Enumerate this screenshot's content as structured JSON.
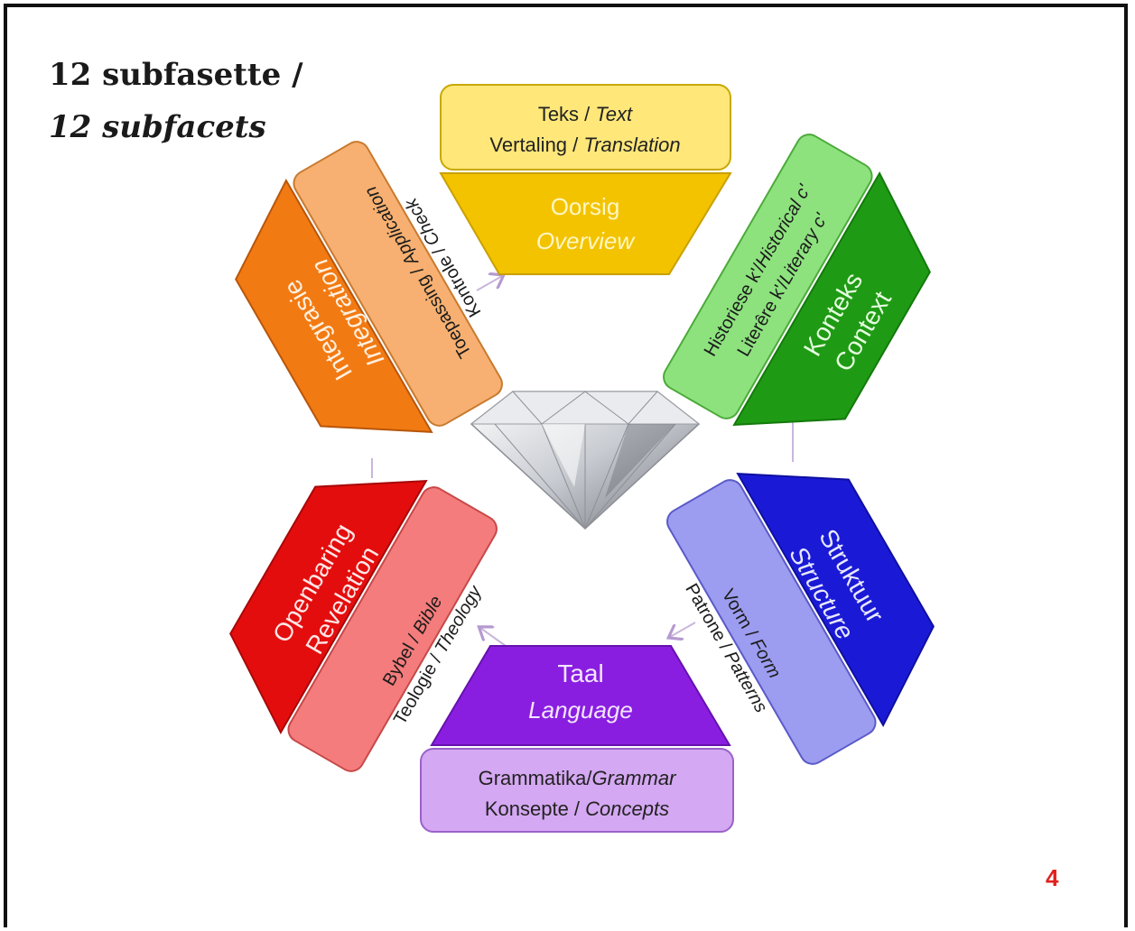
{
  "title": {
    "line1": "12 subfasette /",
    "line2": "12 subfacets"
  },
  "page_number": "4",
  "center_icon": "diamond-icon",
  "facets": [
    {
      "id": "overview",
      "main_af": "Oorsig",
      "main_en": "Overview",
      "sub_line1_af": "Teks / ",
      "sub_line1_en": "Text",
      "sub_line2_af": "Vertaling / ",
      "sub_line2_en": "Translation",
      "main_color": "#f3c300",
      "sub_color": "#ffe77a"
    },
    {
      "id": "context",
      "main_af": "Konteks",
      "main_en": "Context",
      "sub_line1_af": "Historiese k'/",
      "sub_line1_en": "Historical c'",
      "sub_line2_af": "Literêre k'/",
      "sub_line2_en": "Literary c'",
      "main_color": "#1f9a14",
      "sub_color": "#8de27e"
    },
    {
      "id": "structure",
      "main_af": "Struktuur",
      "main_en": "Structure",
      "sub_line1_af": "Vorm / ",
      "sub_line1_en": "Form",
      "sub_line2_af": "Patrone / ",
      "sub_line2_en": "Patterns",
      "main_color": "#1a1ad6",
      "sub_color": "#9c9cf0"
    },
    {
      "id": "language",
      "main_af": "Taal",
      "main_en": "Language",
      "sub_line1_af": "Grammatika/",
      "sub_line1_en": "Grammar",
      "sub_line2_af": "Konsepte / ",
      "sub_line2_en": "Concepts",
      "main_color": "#8a1ee0",
      "sub_color": "#d4a8f2"
    },
    {
      "id": "revelation",
      "main_af": "Openbaring",
      "main_en": "Revelation",
      "sub_line1_af": "Bybel / ",
      "sub_line1_en": "Bible",
      "sub_line2_af": "Teologie / ",
      "sub_line2_en": "Theology",
      "main_color": "#e40d0d",
      "sub_color": "#f47c7c"
    },
    {
      "id": "integration",
      "main_af": "Integrasie",
      "main_en": "Integration",
      "sub_line1_af": "Toepassing / ",
      "sub_line1_en": "Application",
      "sub_line2_af": "Kontrole / ",
      "sub_line2_en": "Check",
      "main_color": "#f27a12",
      "sub_color": "#f7b071"
    }
  ]
}
